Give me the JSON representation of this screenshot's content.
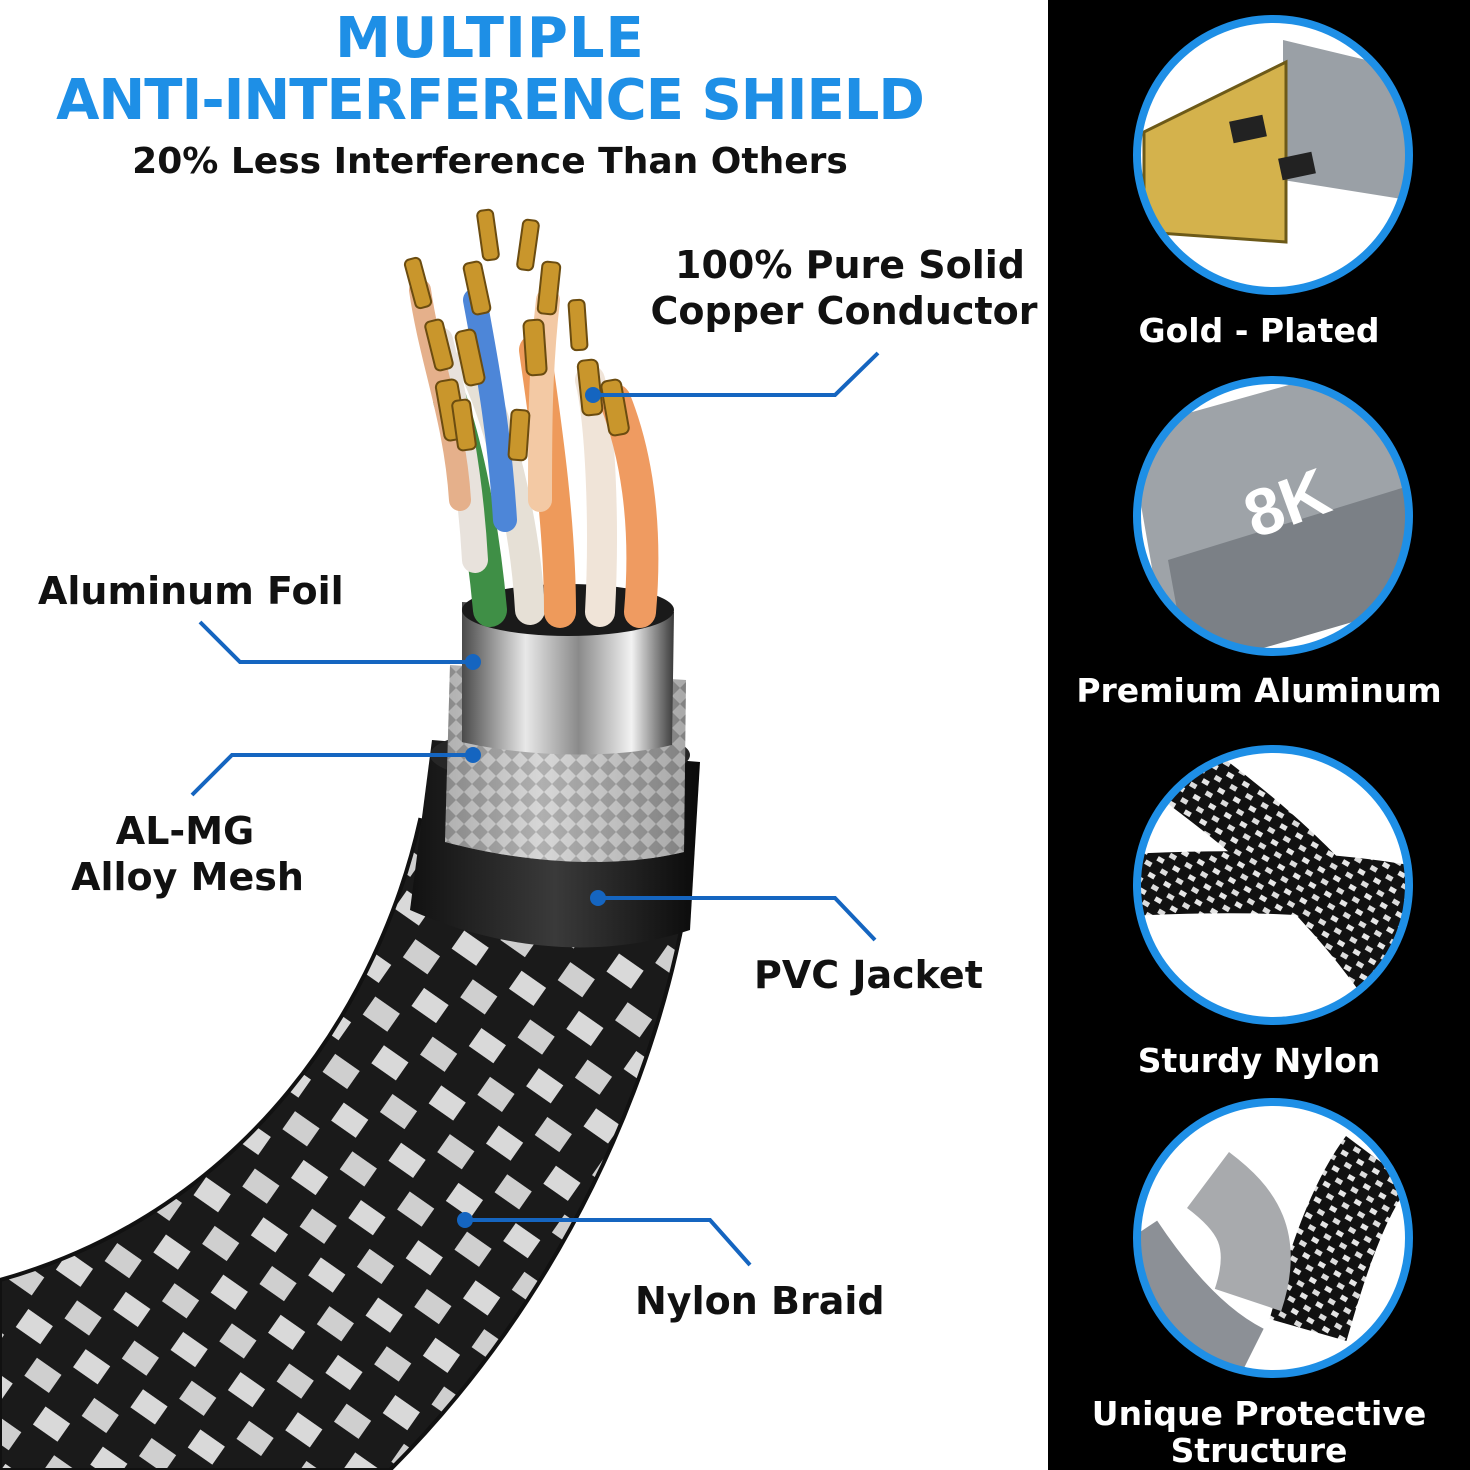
{
  "header": {
    "title_line1": "MULTIPLE",
    "title_line2": "ANTI-INTERFERENCE SHIELD",
    "subtitle": "20% Less Interference Than Others"
  },
  "layers": {
    "copper": "100% Pure Solid\nCopper Conductor",
    "copper_line1": "100% Pure Solid",
    "copper_line2": "Copper Conductor",
    "foil": "Aluminum Foil",
    "mesh_line1": "AL-MG",
    "mesh_line2": "Alloy Mesh",
    "pvc": "PVC Jacket",
    "braid": "Nylon Braid"
  },
  "features": [
    {
      "label": "Gold - Plated",
      "icon": "gold-plated-connector-icon"
    },
    {
      "label": "Premium Aluminum",
      "icon": "aluminum-shell-icon",
      "badge": "8K"
    },
    {
      "label": "Sturdy Nylon",
      "icon": "nylon-braid-icon"
    },
    {
      "label": "Unique Protective Structure",
      "label_line1": "Unique Protective",
      "label_line2": "Structure",
      "icon": "strain-relief-icon"
    }
  ],
  "colors": {
    "accent": "#1e8fe6",
    "leader_line": "#1565c0",
    "ring": "#1e8fe6",
    "panel": "#000000"
  }
}
